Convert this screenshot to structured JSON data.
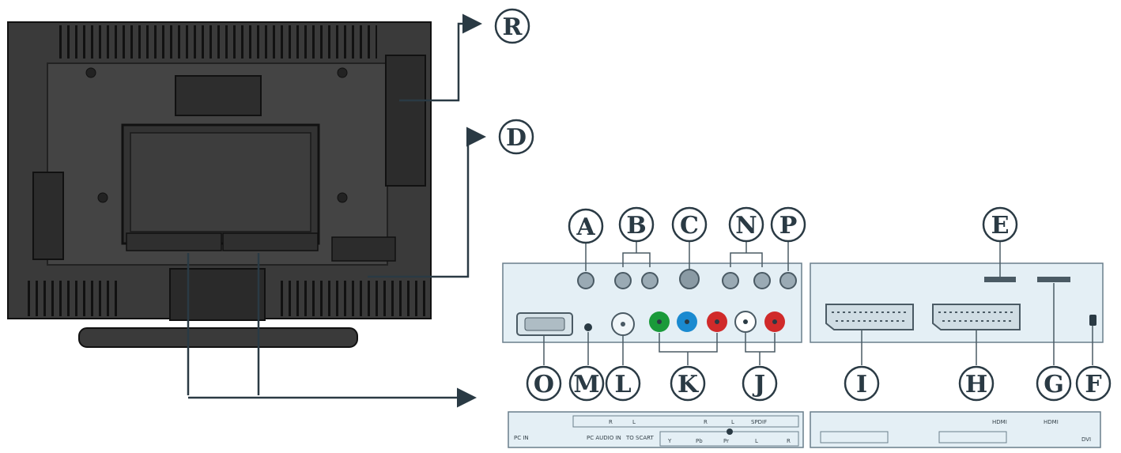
{
  "labels": {
    "R": "R",
    "D": "D",
    "A": "A",
    "B": "B",
    "C": "C",
    "N": "N",
    "P": "P",
    "E": "E",
    "O": "O",
    "M": "M",
    "L": "L",
    "K": "K",
    "J": "J",
    "I": "I",
    "H": "H",
    "G": "G",
    "F": "F"
  },
  "strip_left": {
    "top": [
      "R",
      "L",
      "R",
      "L",
      "SPDIF"
    ],
    "bottom_left": "PC IN",
    "bottom_mid": "PC AUDIO IN",
    "bottom_mid2": "TO SCART",
    "bottom_right": [
      "Y",
      "Pb",
      "Pr",
      "L",
      "R"
    ]
  },
  "strip_right": {
    "top": [
      "HDMI",
      "HDMI"
    ],
    "bottom_right": "DVI"
  },
  "colors": {
    "panel_fill": "#e4eff5",
    "panel_stroke": "#6a7f8c",
    "tv_body": "#2a2a2a",
    "green_jack": "#1a9a3a",
    "blue_jack": "#1a8ad0",
    "red_jack": "#d02a2a"
  }
}
